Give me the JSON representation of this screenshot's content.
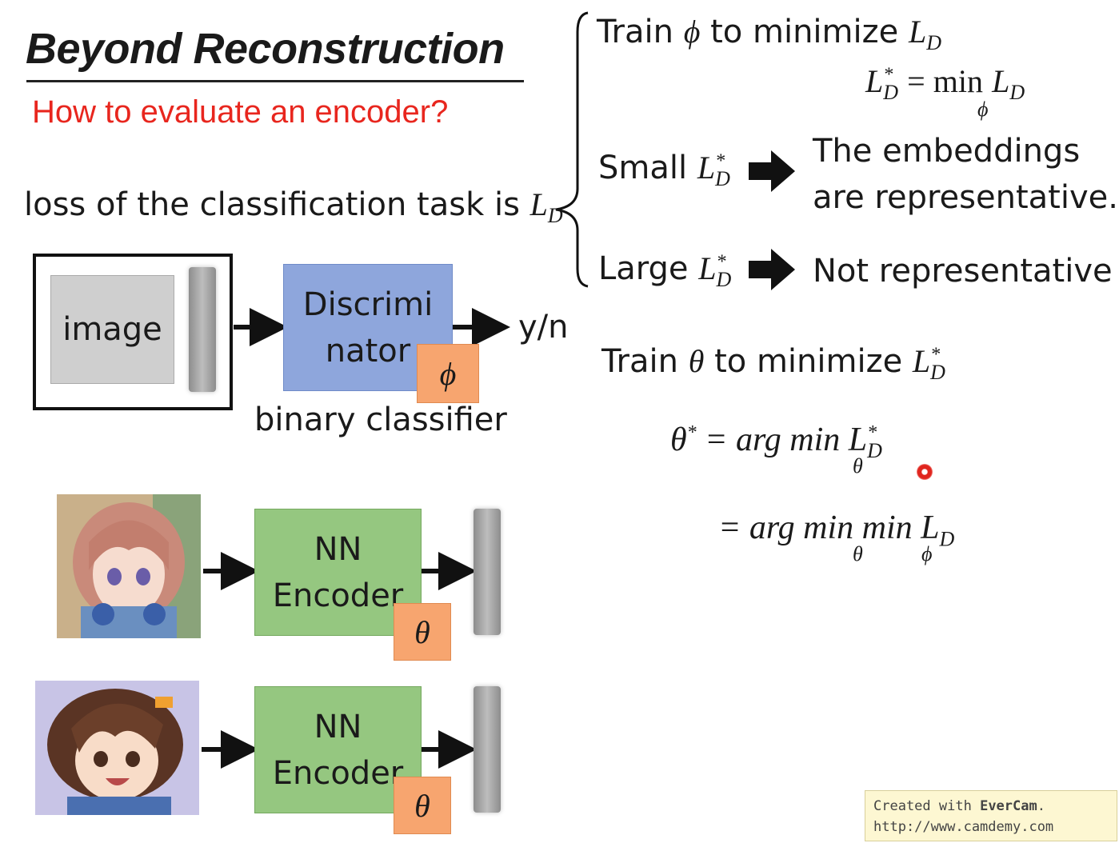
{
  "slide": {
    "title": "Beyond Reconstruction",
    "subtitle": "How to evaluate an encoder?",
    "loss_statement": "loss of the classification task is",
    "loss_symbol": "L",
    "loss_subscript": "D"
  },
  "diagram": {
    "image_label": "image",
    "discriminator_label_line1": "Discrimi",
    "discriminator_label_line2": "nator",
    "discriminator_param": "ϕ",
    "output_label": "y/n",
    "classifier_caption": "binary classifier",
    "encoder_label_line1": "NN",
    "encoder_label_line2": "Encoder",
    "encoder_param": "θ"
  },
  "brace_items": {
    "train_phi_prefix": "Train",
    "train_phi_sym": "ϕ",
    "train_phi_suffix": "to minimize",
    "min_phi_eq": "= min",
    "small_prefix": "Small",
    "small_result_line1": "The embeddings",
    "small_result_line2": "are representative.",
    "large_prefix": "Large",
    "large_result": "Not representative"
  },
  "theta_section": {
    "train_theta_prefix": "Train",
    "train_theta_sym": "θ",
    "train_theta_suffix": "to minimize",
    "eq1_lhs": "θ",
    "eq1_rhs": "= arg min",
    "eq2_rhs": "= arg min min"
  },
  "watermark": {
    "line1_prefix": "Created with",
    "line1_brand": "EverCam",
    "line1_suffix": ".",
    "line2": "http://www.camdemy.com"
  },
  "colors": {
    "subtitle": "#e8261e",
    "discriminator": "#8ea6dc",
    "encoder": "#95c780",
    "param": "#f7a56f"
  }
}
